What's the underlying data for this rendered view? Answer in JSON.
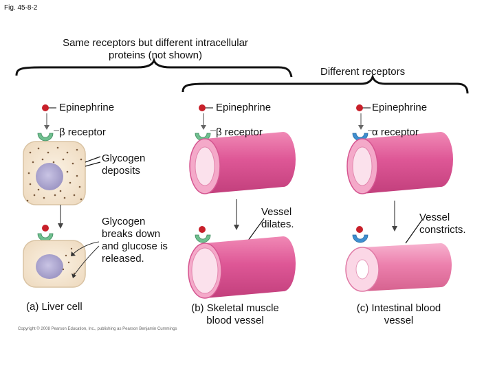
{
  "figure_label": "Fig. 45-8-2",
  "brackets": {
    "same_receptors": "Same receptors but different intracellular proteins (not shown)",
    "different_receptors": "Different receptors"
  },
  "columns": {
    "a": {
      "hormone": "Epinephrine",
      "receptor": "β receptor",
      "caption": "(a) Liver cell",
      "label_top": "Glycogen deposits",
      "label_bottom": "Glycogen breaks down and glucose is released."
    },
    "b": {
      "hormone": "Epinephrine",
      "receptor": "β receptor",
      "caption": "(b) Skeletal muscle blood vessel",
      "response": "Vessel dilates."
    },
    "c": {
      "hormone": "Epinephrine",
      "receptor": "α receptor",
      "caption": "(c) Intestinal blood vessel",
      "response": "Vessel constricts."
    }
  },
  "copyright": "Copyright © 2008 Pearson Education, Inc., publishing as Pearson Benjamin Cummings",
  "colors": {
    "epinephrine": "#c8202a",
    "beta_receptor": "#6fbf8f",
    "alpha_receptor": "#3e8fd0",
    "liver_cell": "#f3e6d2",
    "nucleus": "#a9a3cc",
    "vessel_outer": "#e0609a",
    "vessel_inner": "#f7c6d9"
  }
}
